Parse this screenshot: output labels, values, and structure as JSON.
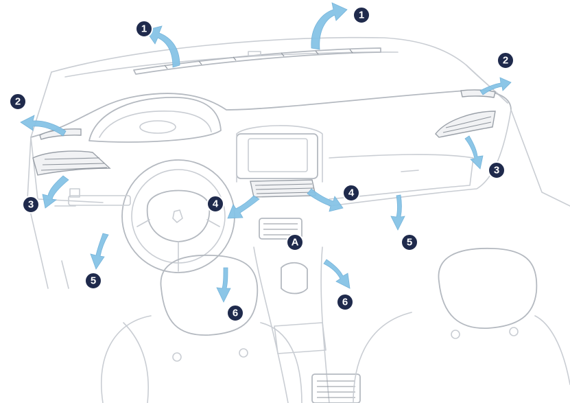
{
  "labels": {
    "n1": "1",
    "n2": "2",
    "n3": "3",
    "n4": "4",
    "n5": "5",
    "n6": "6",
    "a": "A"
  },
  "colors": {
    "airflow_arrow": "#86c3e6",
    "badge": "#1f2a4c",
    "outline": "#c9cdd3"
  }
}
